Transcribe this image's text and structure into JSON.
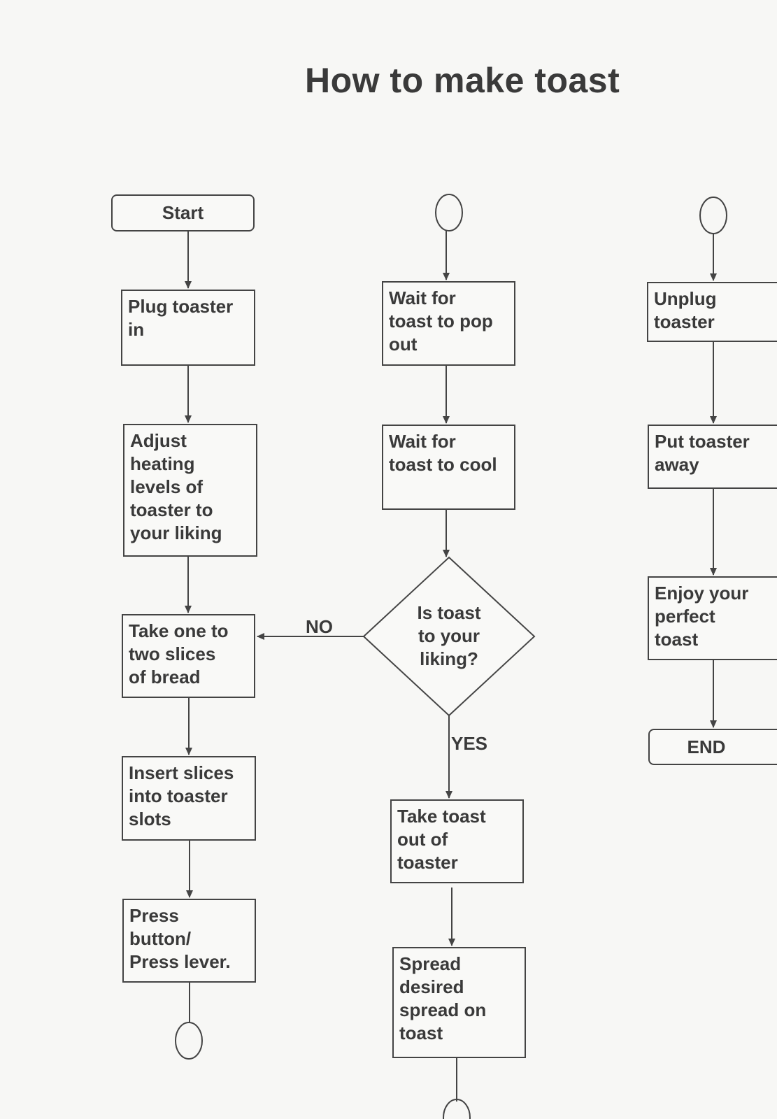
{
  "title": "How to make toast",
  "nodes": {
    "start": "Start",
    "plug_in": "Plug toaster\nin",
    "adjust_heat": "Adjust\nheating\nlevels of\ntoaster to\nyour liking",
    "take_bread": "Take one to\ntwo slices\nof bread",
    "insert_slices": "Insert slices\ninto toaster\nslots",
    "press_button": "Press\nbutton/\nPress lever.",
    "wait_pop": "Wait for\ntoast to pop\nout",
    "wait_cool": "Wait for\ntoast to cool",
    "decision": "Is toast\nto your\nliking?",
    "take_out": "Take toast\nout of\ntoaster",
    "spread": "Spread\ndesired\nspread on\ntoast",
    "unplug": "Unplug\ntoaster",
    "put_away": "Put toaster\naway",
    "enjoy": "Enjoy your\nperfect\ntoast",
    "end": "END"
  },
  "edges": {
    "no_label": "NO",
    "yes_label": "YES"
  },
  "colors": {
    "line": "#444444",
    "text": "#3a3a3a",
    "background": "#f7f7f5"
  }
}
